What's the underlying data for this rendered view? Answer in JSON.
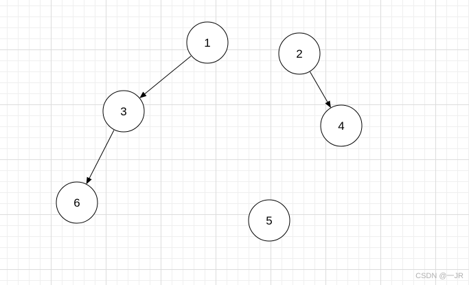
{
  "nodes": [
    {
      "id": "n1",
      "label": "1"
    },
    {
      "id": "n2",
      "label": "2"
    },
    {
      "id": "n3",
      "label": "3"
    },
    {
      "id": "n4",
      "label": "4"
    },
    {
      "id": "n5",
      "label": "5"
    },
    {
      "id": "n6",
      "label": "6"
    }
  ],
  "edges": [
    {
      "from": "n1",
      "to": "n3"
    },
    {
      "from": "n3",
      "to": "n6"
    },
    {
      "from": "n2",
      "to": "n4"
    }
  ],
  "watermark": "CSDN @一JR"
}
